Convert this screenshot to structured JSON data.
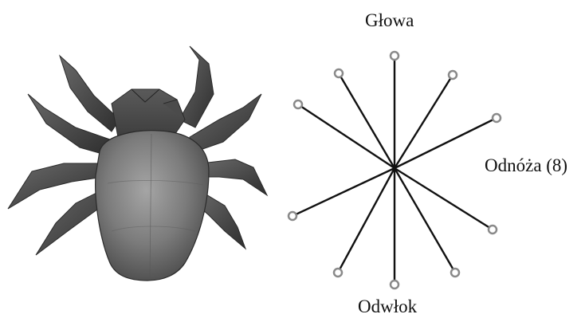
{
  "labels": {
    "head": "Głowa",
    "legs": "Odnóża (8)",
    "abdomen": "Odwłok"
  },
  "image": {
    "subject": "origami-spider"
  },
  "colors": {
    "line": "#111111",
    "node_ring": "#8a8a8a",
    "node_fill": "#ffffff",
    "spider_dark": "#3a3a3a",
    "spider_mid": "#6e6e6e",
    "spider_light": "#9a9a9a"
  }
}
